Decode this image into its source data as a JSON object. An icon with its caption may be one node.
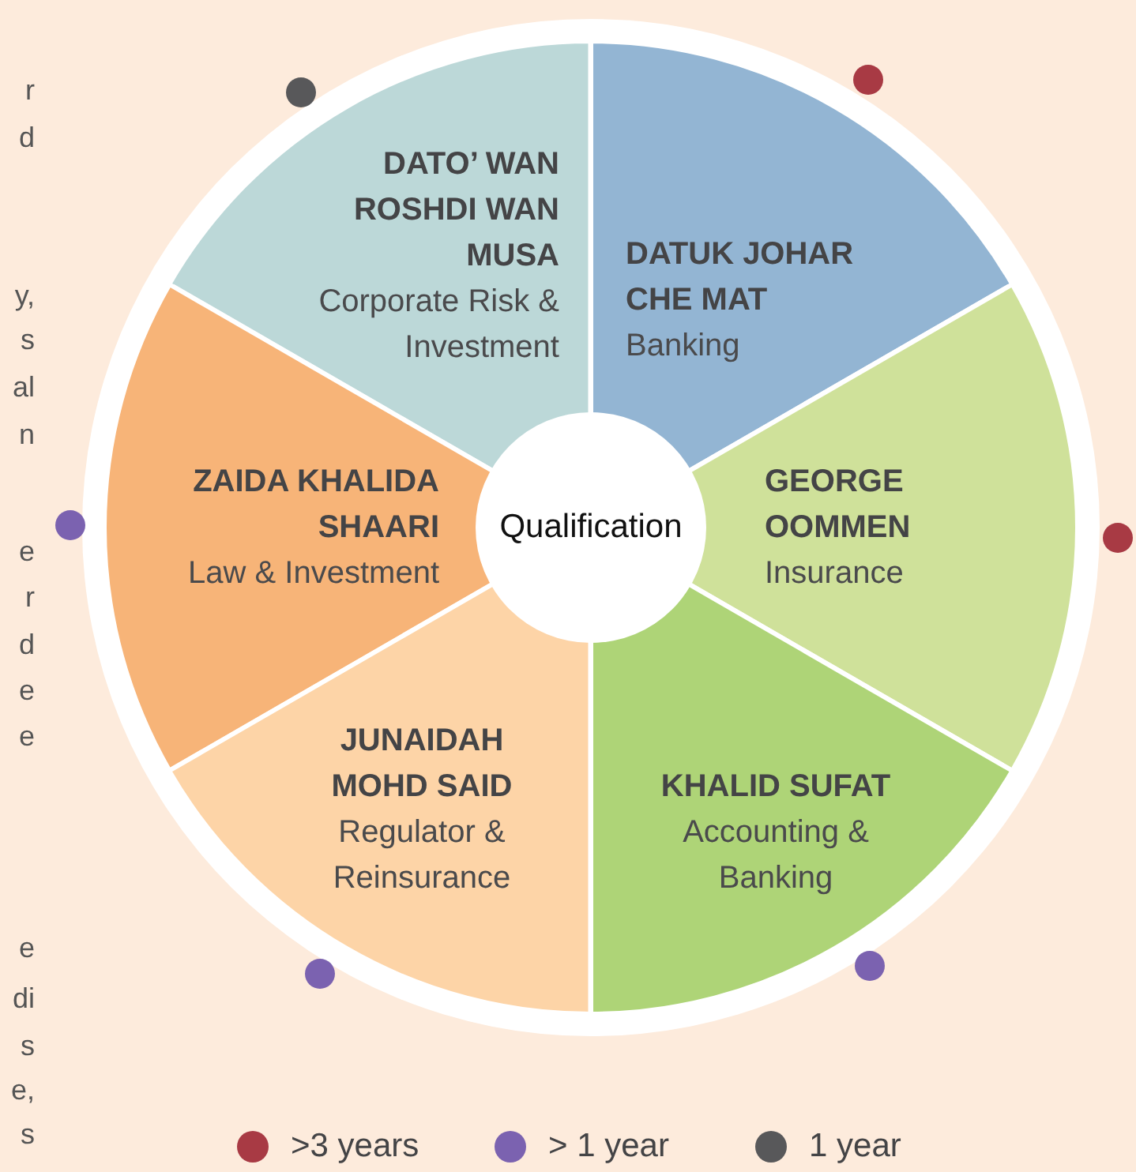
{
  "diagram": {
    "nodes": [
      {
        "text": [
          "DATO’ WAN ROSHDI WAN MUSA",
          "Corporate Risk & Investment"
        ]
      },
      {
        "text": [
          "DATUK JOHAR CHE MAT",
          "Banking"
        ]
      },
      {
        "text": [
          "ZAIDA KHALIDA SHAARI",
          "Law & Investment"
        ]
      },
      {
        "text": [
          "Qualification"
        ]
      },
      {
        "text": [
          "GEORGE OOMMEN",
          "Insurance"
        ]
      },
      {
        "text": [
          "JUNAIDAH MOHD SAID",
          "Regulator & Reinsurance"
        ]
      },
      {
        "text": [
          "KHALID SUFAT",
          "Accounting & Banking"
        ]
      }
    ],
    "labels": [
      "r",
      "d",
      "y,",
      "s",
      "al",
      "n",
      "e",
      "r",
      "d",
      "e",
      "e",
      "e",
      "di",
      "s",
      "e,",
      "s"
    ],
    "legend": [
      {
        "text": ">3 years",
        "color": "#a83a44"
      },
      {
        "text": "> 1 year",
        "color": "#7b62b0"
      },
      {
        "text": "1 year",
        "color": "#58585a"
      }
    ]
  }
}
